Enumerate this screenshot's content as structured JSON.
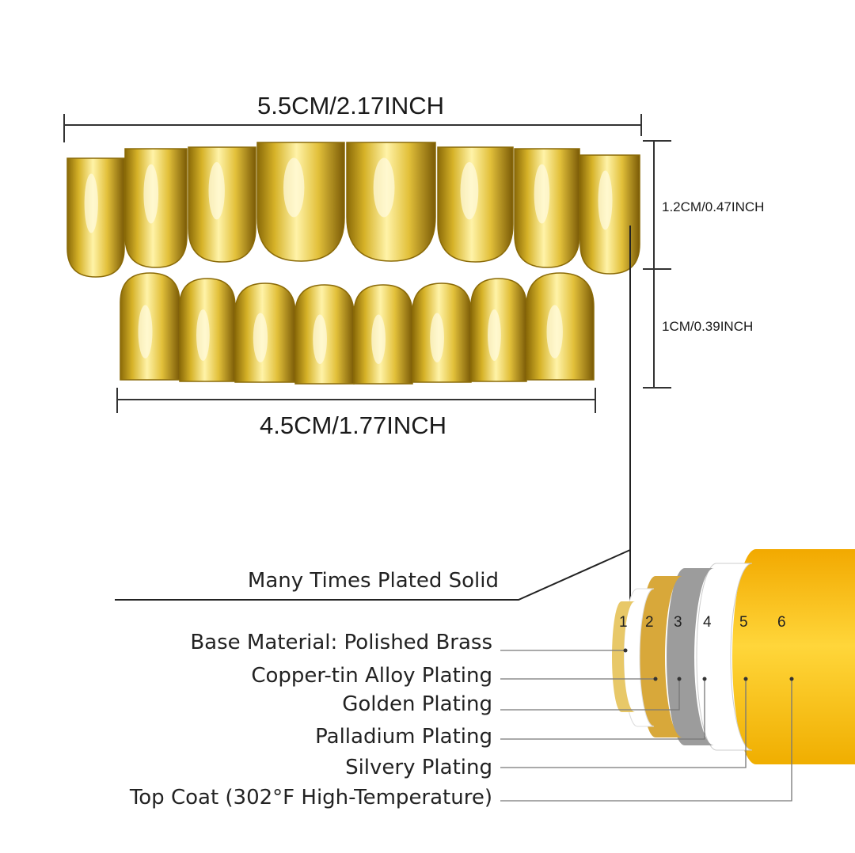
{
  "dimensions": {
    "top_width": "5.5CM/2.17INCH",
    "bottom_width": "4.5CM/1.77INCH",
    "upper_height": "1.2CM/0.47INCH",
    "lower_height": "1CM/0.39INCH"
  },
  "callout": "Many Times Plated Solid",
  "layers": [
    {
      "number": "1",
      "label": "Base Material: Polished Brass",
      "color": "#e6c766"
    },
    {
      "number": "2",
      "label": "Copper-tin Alloy Plating",
      "color": "#ffffff"
    },
    {
      "number": "3",
      "label": "Golden Plating",
      "color": "#d9a93a"
    },
    {
      "number": "4",
      "label": "Palladium Plating",
      "color": "#9a9a9a"
    },
    {
      "number": "5",
      "label": "Silvery Plating",
      "color": "#ffffff"
    },
    {
      "number": "6",
      "label": "Top Coat (302°F High-Temperature)",
      "color": "#f6bd14"
    }
  ],
  "gold_color": "#d4b020"
}
